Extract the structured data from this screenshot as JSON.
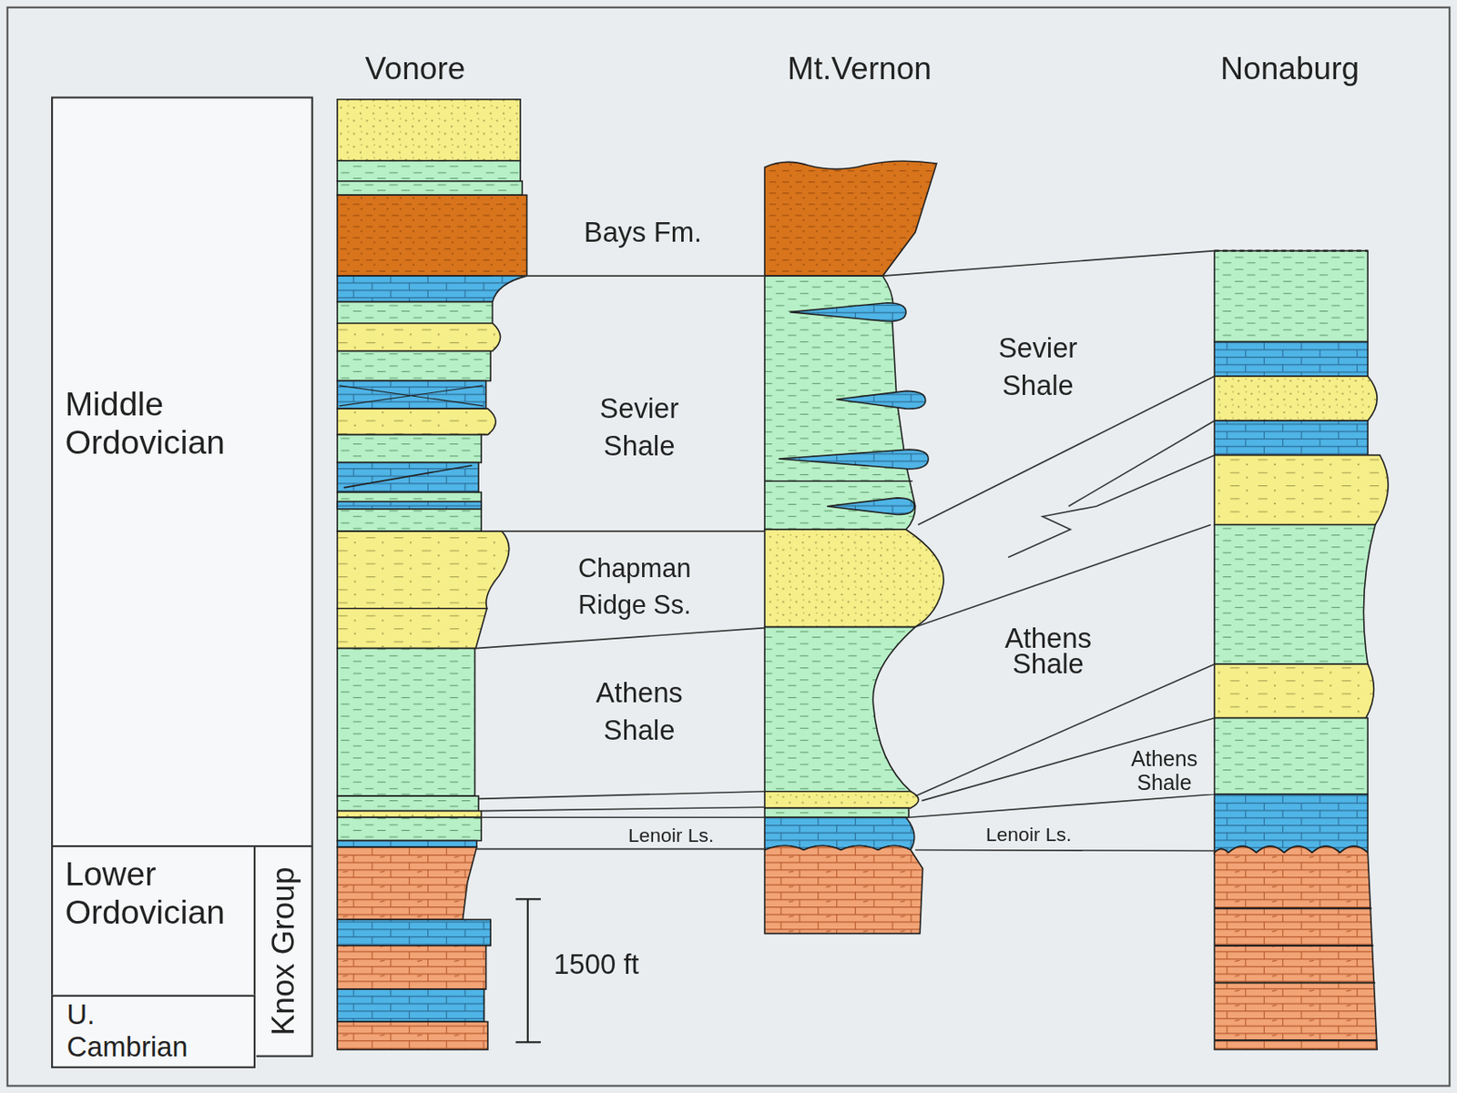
{
  "diagram": {
    "nodes": [
      {
        "text": [
          "Middle Ordovician"
        ]
      },
      {
        "text": [
          "Lower Ordovician"
        ]
      },
      {
        "text": [
          "Knox Group"
        ]
      },
      {
        "text": [
          "U. Cambrian"
        ]
      }
    ],
    "labels": [
      "Vonore",
      "Mt.Vernon",
      "Nonaburg",
      "Bays Fm.",
      "Sevier Shale",
      "Chapman Ridge Ss.",
      "Athens Shale",
      "Sevier Shale",
      "Athens Shale",
      "Athens Shale",
      "Lenoir Ls.",
      "Lenoir Ls.",
      "1500 ft"
    ]
  }
}
